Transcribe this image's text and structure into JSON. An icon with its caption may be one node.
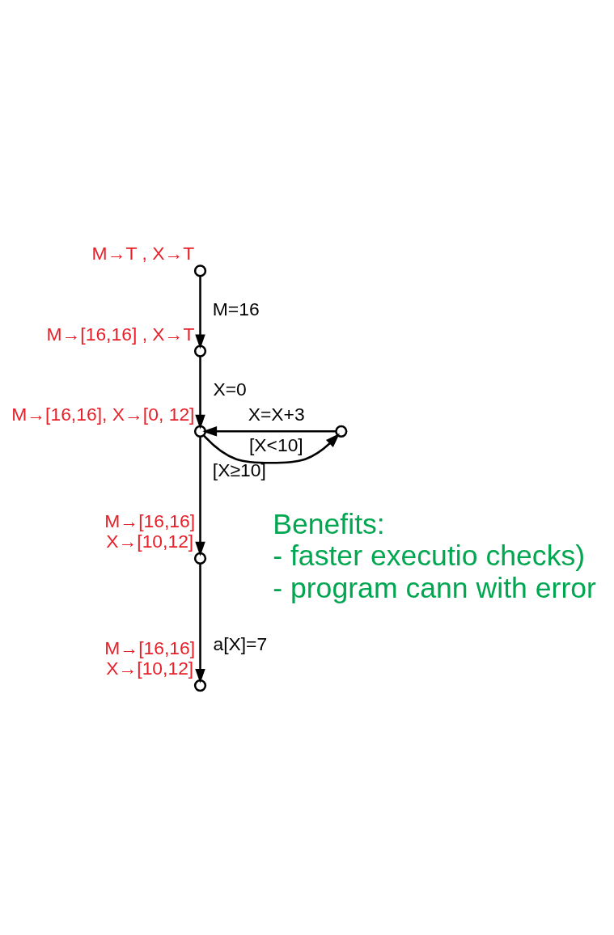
{
  "diagram": {
    "nodes": [
      {
        "text": [],
        "shape": "circle",
        "beside": [
          "M→T , X→T"
        ]
      },
      {
        "text": [],
        "shape": "circle",
        "beside": [
          "M→[16,16] , X→T"
        ]
      },
      {
        "text": [],
        "shape": "circle",
        "beside": [
          "M→[16,16], X→[0, 12]"
        ]
      },
      {
        "text": [],
        "shape": "circle"
      },
      {
        "text": [],
        "shape": "circle",
        "beside": [
          "M→[16,16]",
          "X→[10,12]"
        ]
      },
      {
        "text": [],
        "shape": "circle",
        "beside": [
          "M→[16,16]",
          "X→[10,12]"
        ]
      }
    ],
    "edges": [
      {
        "from": 0,
        "to": 1,
        "arrow": "to",
        "label": "M=16"
      },
      {
        "from": 1,
        "to": 2,
        "arrow": "to",
        "label": "X=0"
      },
      {
        "from": 3,
        "to": 2,
        "arrow": "to",
        "label": "X=X+3"
      },
      {
        "from": 2,
        "to": 3,
        "arrow": "to",
        "label": "[X<10]"
      },
      {
        "from": 2,
        "to": 4,
        "arrow": "to",
        "label": "[X≥10]"
      },
      {
        "from": 4,
        "to": 5,
        "arrow": "to",
        "label": "a[X]=7"
      }
    ],
    "labels": [
      "Benefits:",
      "- faster executio checks)",
      "- program cann with error"
    ]
  }
}
